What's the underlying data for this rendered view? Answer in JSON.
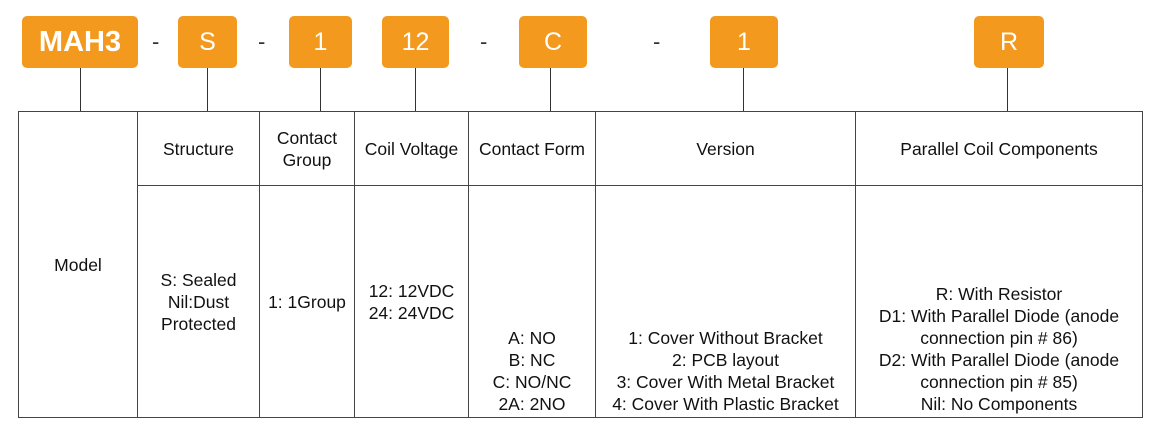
{
  "code": {
    "model": "MAH3",
    "structure": "S",
    "contact_group": "1",
    "coil_voltage": "12",
    "contact_form": "C",
    "version": "1",
    "parallel": "R",
    "separator": "-"
  },
  "table": {
    "row_label": "Model",
    "headers": {
      "structure": "Structure",
      "contact_group": [
        "Contact",
        "Group"
      ],
      "coil_voltage": "Coil Voltage",
      "contact_form": "Contact Form",
      "version": "Version",
      "parallel": "Parallel Coil Components"
    },
    "options": {
      "structure": [
        "S: Sealed",
        "Nil:Dust",
        "Protected"
      ],
      "contact_group": [
        "1: 1Group"
      ],
      "coil_voltage": [
        "12: 12VDC",
        "24: 24VDC"
      ],
      "contact_form": [
        "A: NO",
        "B: NC",
        "C: NO/NC",
        "2A: 2NO"
      ],
      "version": [
        "1: Cover Without Bracket",
        "2: PCB layout",
        "3: Cover With Metal Bracket",
        "4: Cover With Plastic Bracket"
      ],
      "parallel": [
        "R: With Resistor",
        "D1: With Parallel Diode (anode",
        "connection pin # 86)",
        "D2: With Parallel Diode (anode",
        "connection pin # 85)",
        "Nil: No Components"
      ]
    }
  },
  "colors": {
    "accent": "#f39a1e",
    "line": "#444444"
  }
}
